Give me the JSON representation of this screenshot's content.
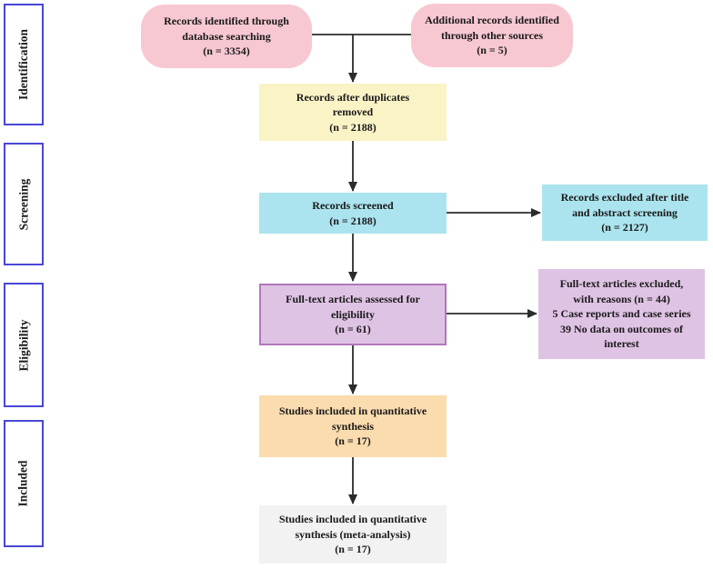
{
  "sidebar": {
    "stages": [
      "Identification",
      "Screening",
      "Eligibility",
      "Included"
    ]
  },
  "boxes": {
    "records_identified": {
      "text": "Records identified through\ndatabase searching\n(n = 3354)"
    },
    "additional_records": {
      "text": "Additional records identified\nthrough other sources\n(n = 5)"
    },
    "duplicates_removed": {
      "text": "Records after duplicates\nremoved\n(n = 2188)"
    },
    "records_screened": {
      "text": "Records screened\n(n = 2188)"
    },
    "records_excluded": {
      "text": "Records excluded after title\nand abstract screening\n(n = 2127)"
    },
    "fulltext_assessed": {
      "text": "Full-text articles assessed for\neligibility\n(n = 61)"
    },
    "fulltext_excluded": {
      "text": "Full-text articles excluded,\nwith reasons (n = 44)\n5 Case reports and case series\n39 No data on outcomes of\ninterest"
    },
    "quantitative_synthesis": {
      "text": "Studies included in quantitative\nsynthesis\n(n = 17)"
    },
    "meta_analysis": {
      "text": "Studies included in quantitative\nsynthesis (meta-analysis)\n(n = 17)"
    }
  },
  "colors": {
    "pink": "#f8c8d2",
    "yellow": "#faf3c6",
    "cyan": "#abe4ee",
    "purple_fill": "#dfc3e4",
    "purple_border": "#b277bb",
    "orange": "#fbdcae",
    "gray": "#f2f2f2",
    "sidebar_border": "#4747d6",
    "arrow": "#2b2b2b",
    "text": "#1a1a1a"
  }
}
